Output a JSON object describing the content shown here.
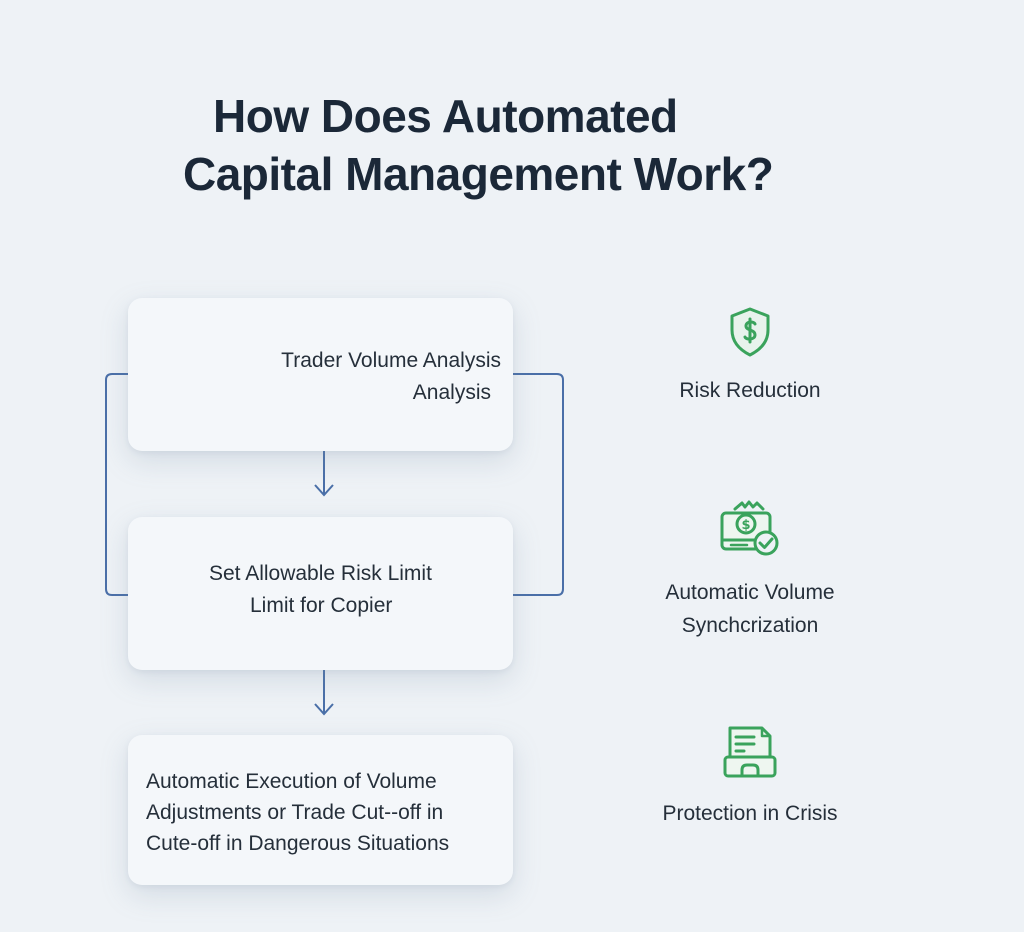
{
  "title": {
    "line1": "How Does Automated",
    "line2": "Capital Management Work?"
  },
  "flow": {
    "steps": [
      {
        "lines": [
          "Trader Volume Analysis",
          "Analysis"
        ]
      },
      {
        "lines": [
          "Set Allowable Risk Limit",
          "Limit for Copier"
        ]
      },
      {
        "lines": [
          "Automatic Execution of Volume",
          "Adjustments or Trade Cut--off in",
          "Cute-off in Dangerous Situations"
        ]
      }
    ],
    "arrow_icon": "arrow-down-icon",
    "line_color": "#4a6fa8"
  },
  "features": [
    {
      "icon": "shield-dollar-icon",
      "lines": [
        "Risk Reduction"
      ]
    },
    {
      "icon": "money-sync-check-icon",
      "lines": [
        "Automatic Volume",
        "Synchcrization"
      ]
    },
    {
      "icon": "document-tray-icon",
      "lines": [
        "Protection in Crisis"
      ]
    }
  ],
  "colors": {
    "background": "#eef2f6",
    "accent_green": "#3aa35c",
    "connector_blue": "#4a6fa8",
    "text_dark": "#1b2838"
  }
}
